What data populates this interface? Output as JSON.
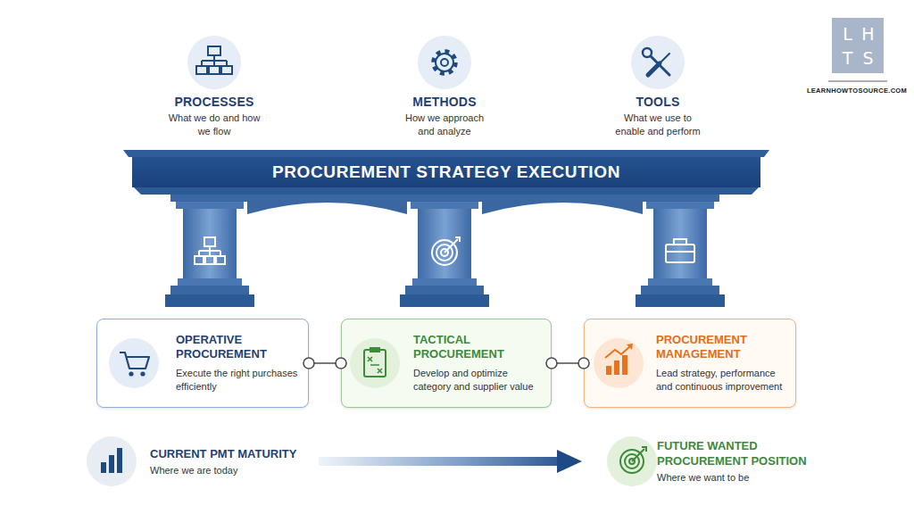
{
  "diagram": {
    "nodes": [
      {
        "text": [
          "PROCESSES",
          "What we do and how we flow"
        ]
      },
      {
        "text": [
          "METHODS",
          "How we approach and analyze"
        ]
      },
      {
        "text": [
          "TOOLS",
          "What we use to enable and perform"
        ]
      },
      {
        "text": [
          "L",
          "H",
          "T",
          "S"
        ]
      },
      {
        "text": [
          "PROCUREMENT STRATEGY EXECUTION"
        ]
      },
      {
        "text": [
          "OPERATIVE PROCUREMENT",
          "Execute the right purchases efficiently"
        ]
      },
      {
        "text": [
          "TACTICAL PROCUREMENT",
          "Develop and optimize category and supplier value"
        ]
      },
      {
        "text": [
          "PROCUREMENT MANAGEMENT",
          "Lead strategy, performance and continuous improvement"
        ]
      },
      {
        "text": [
          "CURRENT PMT MATURITY",
          "Where we are today"
        ]
      },
      {
        "text": [
          "FUTURE WANTED PROCUREMENT POSITION",
          "Where we want to be"
        ]
      }
    ],
    "edges": [
      {
        "from": 5,
        "to": 6,
        "arrow": "none"
      },
      {
        "from": 6,
        "to": 7,
        "arrow": "none"
      },
      {
        "from": 8,
        "to": 9,
        "arrow": "to"
      }
    ],
    "labels": [
      "LEARNHOWTOSOURCE.COM"
    ]
  }
}
